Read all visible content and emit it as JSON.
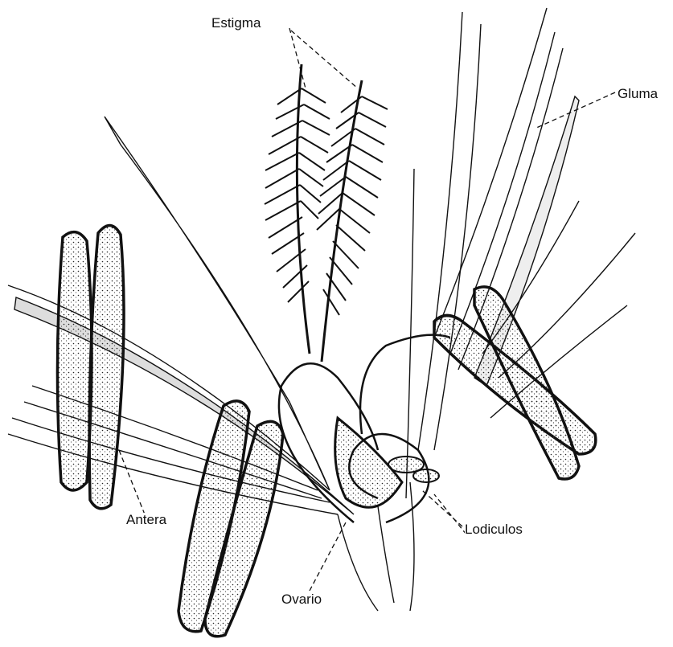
{
  "labels": {
    "estigma": "Estigma",
    "gluma": "Gluma",
    "antera": "Antera",
    "lodiculos": "Lodiculos",
    "ovario": "Ovario"
  },
  "colors": {
    "ink": "#111111",
    "background": "#ffffff"
  }
}
